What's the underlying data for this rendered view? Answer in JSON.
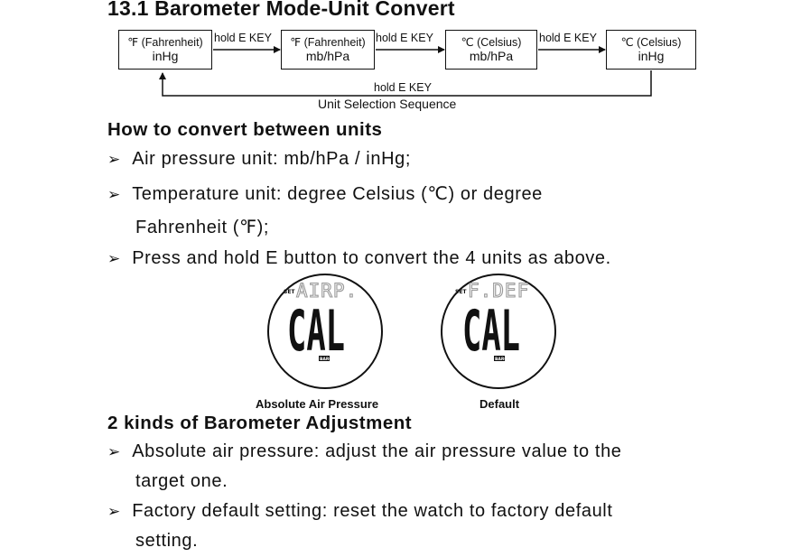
{
  "title": "13.1 Barometer Mode-Unit Convert",
  "flow": {
    "boxes": [
      {
        "line1": "℉ (Fahrenheit)",
        "line2": "inHg"
      },
      {
        "line1": "℉ (Fahrenheit)",
        "line2": "mb/hPa"
      },
      {
        "line1": "℃ (Celsius)",
        "line2": "mb/hPa"
      },
      {
        "line1": "℃ (Celsius)",
        "line2": "inHg"
      }
    ],
    "key_label": "hold E KEY",
    "return_label": "hold E KEY",
    "caption": "Unit Selection Sequence"
  },
  "section1": {
    "heading": "How to convert between units",
    "bullets": [
      "Air pressure unit: mb/hPa / inHg;",
      "Temperature unit: degree Celsius (℃) or degree",
      "Fahrenheit (℉);",
      "Press and hold E button to convert the 4 units as above."
    ]
  },
  "watches": [
    {
      "top_text": "AIRP.",
      "set_label": "SET",
      "main_text": "CAL",
      "baro_label": "BARO",
      "caption": "Absolute Air Pressure"
    },
    {
      "top_text": "F.DEF",
      "set_label": "SET",
      "main_text": "CAL",
      "baro_label": "BARO",
      "caption": "Default"
    }
  ],
  "section2": {
    "heading": "2 kinds of Barometer Adjustment",
    "bullets": [
      "Absolute air pressure: adjust the air pressure value to the",
      "target one.",
      "Factory default setting: reset the watch to factory default",
      "setting."
    ]
  },
  "bullet_glyph": "➢"
}
